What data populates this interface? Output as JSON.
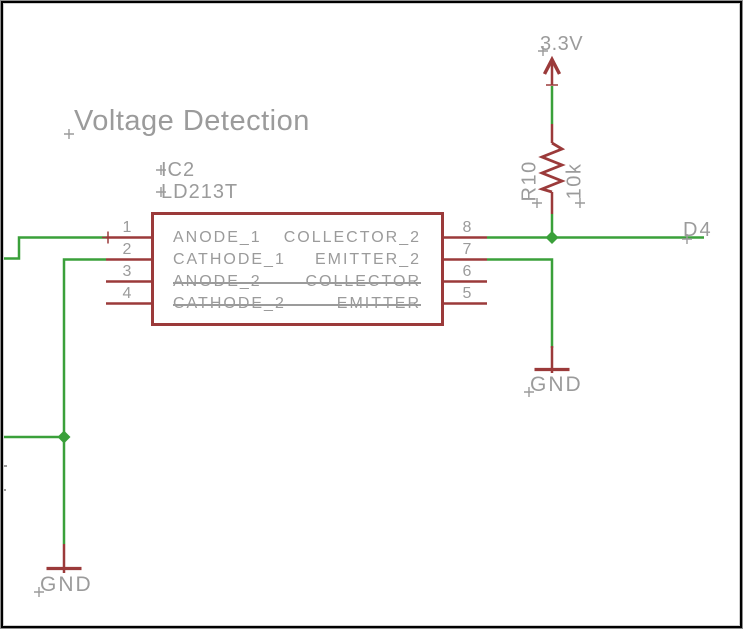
{
  "colors": {
    "wire_green": "#3aa03a",
    "component_red": "#9b3a3a",
    "text_gray": "#9b9b9b",
    "background": "#ffffff"
  },
  "title": {
    "text": "Voltage Detection"
  },
  "ic": {
    "ref": "IC2",
    "value": "LD213T",
    "left_pins": [
      {
        "number": "1",
        "name": "ANODE_1",
        "struck": false
      },
      {
        "number": "2",
        "name": "CATHODE_1",
        "struck": false
      },
      {
        "number": "3",
        "name": "ANODE_2",
        "struck": true
      },
      {
        "number": "4",
        "name": "CATHODE_2",
        "struck": true
      }
    ],
    "right_pins": [
      {
        "number": "8",
        "name": "COLLECTOR_2",
        "struck": false
      },
      {
        "number": "7",
        "name": "EMITTER_2",
        "struck": false
      },
      {
        "number": "6",
        "name": "COLLECTOR",
        "struck": true
      },
      {
        "number": "5",
        "name": "EMITTER",
        "struck": true
      }
    ]
  },
  "resistor": {
    "ref": "R10",
    "value": "10k"
  },
  "supply": {
    "label": "3.3V"
  },
  "net": {
    "label": "D4"
  },
  "ground_right": {
    "label": "GND"
  },
  "ground_left": {
    "label": "GND"
  }
}
